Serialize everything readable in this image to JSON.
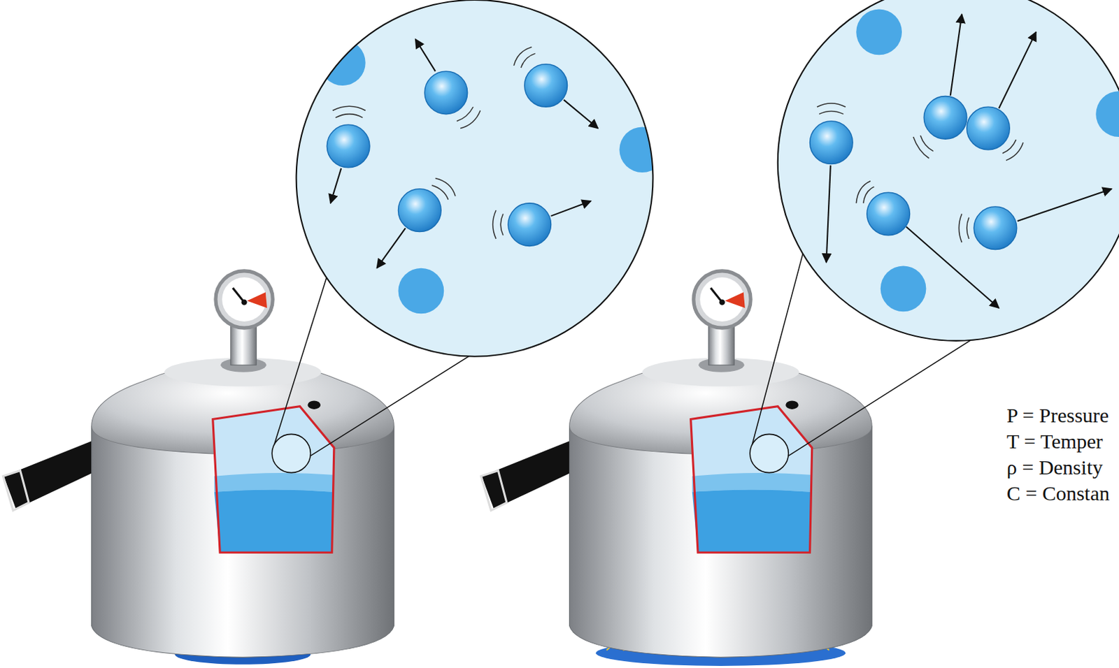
{
  "diagram": {
    "labels": [
      "P = Pressure",
      "T = Temper",
      "ρ = Density",
      "C = Constan"
    ]
  }
}
